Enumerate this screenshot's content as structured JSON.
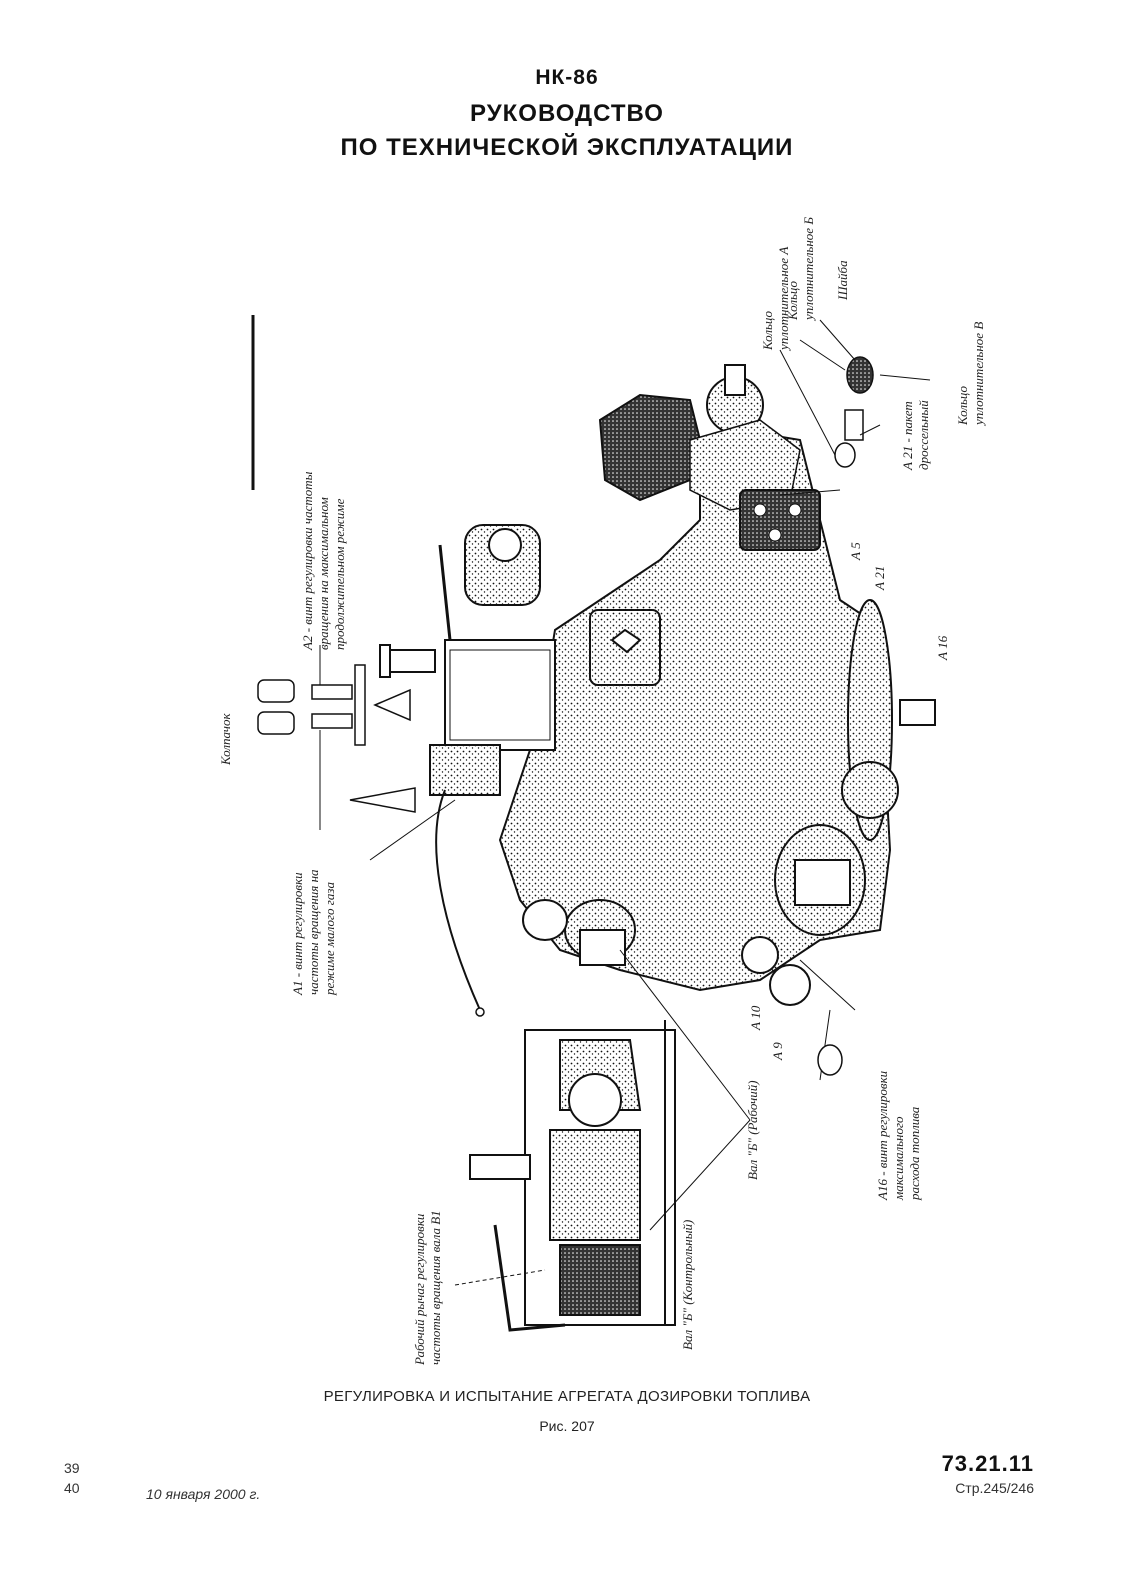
{
  "header": {
    "doc_code": "НК-86",
    "title_line1": "РУКОВОДСТВО",
    "title_line2": "ПО ТЕХНИЧЕСКОЙ ЭКСПЛУАТАЦИИ"
  },
  "figure": {
    "labels": {
      "cap": "Колпачок",
      "a2": "А2 - винт регулировки частоты\nвращения на максимальном\nпродолжительном режиме",
      "a1": "А1 - винт регулировки\nчастоты вращения на\nрежиме малого газа",
      "ring_a": "Кольцо\nуплотнительное А",
      "ring_b": "Кольцо\nуплотнительное Б",
      "washer": "Шайба",
      "ring_v": "Кольцо\nуплотнительное В",
      "a21_pack": "А 21 - пакет\nдроссельный",
      "a5": "А 5",
      "a21": "А 21",
      "a16": "А 16",
      "a10": "А 10",
      "a9": "А 9",
      "port_b_work": "Вал \"Б\" (Рабочий)",
      "a16_desc": "А16 - винт регулировки\nмаксимального\nрасхода топлива",
      "port_b_ctrl": "Вал \"Б\" (Контрольный)",
      "work_lever": "Рабочий рычаг регулировки\nчастоты вращения вала В1"
    }
  },
  "caption": {
    "title": "РЕГУЛИРОВКА И ИСПЫТАНИЕ АГРЕГАТА ДОЗИРОВКИ ТОПЛИВА",
    "fig": "Рис. 207"
  },
  "footer": {
    "pages_top": "39",
    "pages_bottom": "40",
    "date": "10 января 2000 г.",
    "section": "73.21.11",
    "page": "Стр.245/246"
  }
}
